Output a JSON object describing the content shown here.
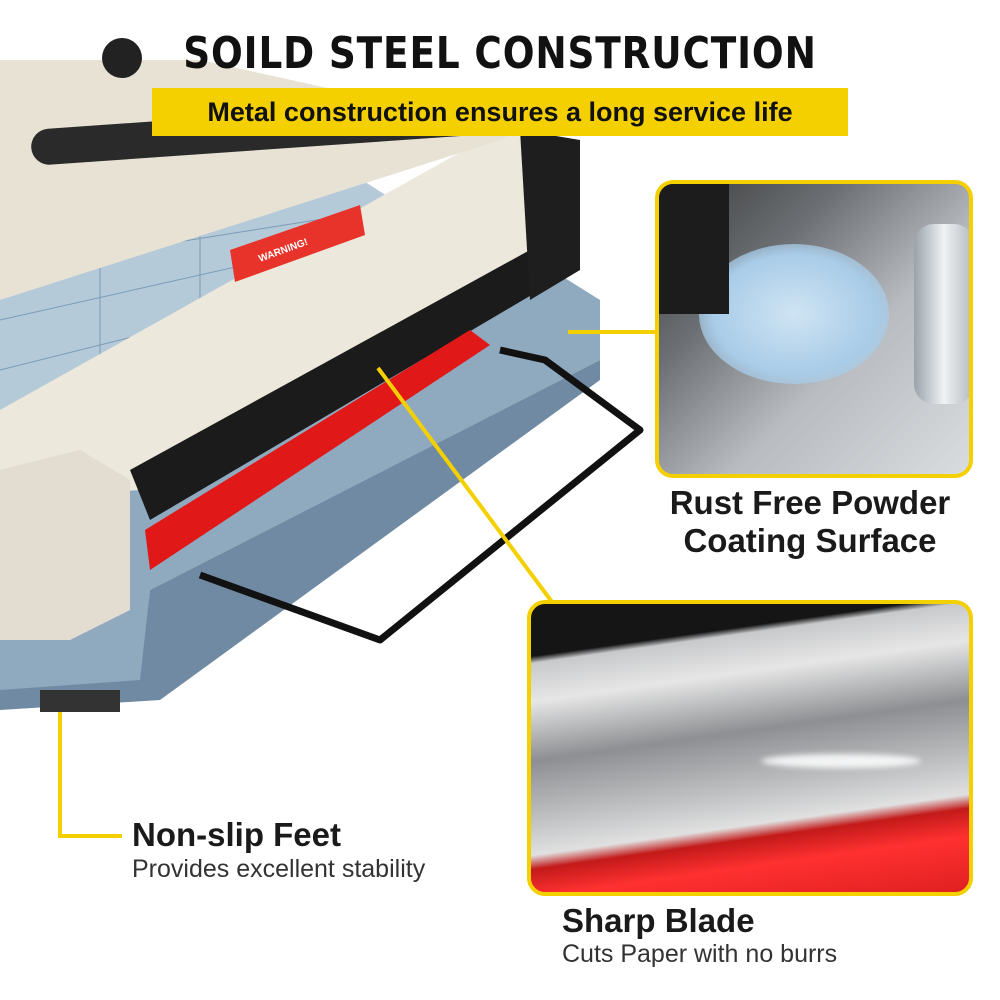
{
  "header": {
    "title": "SOILD STEEL CONSTRUCTION",
    "subtitle": "Metal construction ensures a long service life"
  },
  "product": {
    "warning_label": "WARNING!"
  },
  "callouts": [
    {
      "id": "coating",
      "title_line1": "Rust Free Powder",
      "title_line2": "Coating Surface"
    },
    {
      "id": "feet",
      "title": "Non-slip Feet",
      "subtitle": "Provides excellent stability"
    },
    {
      "id": "blade",
      "title": "Sharp Blade",
      "subtitle": "Cuts Paper with no burrs"
    }
  ],
  "colors": {
    "accent": "#f5d000",
    "base": "#8fa9bf",
    "body": "#ece8dc",
    "blade_strip": "#e01818"
  }
}
